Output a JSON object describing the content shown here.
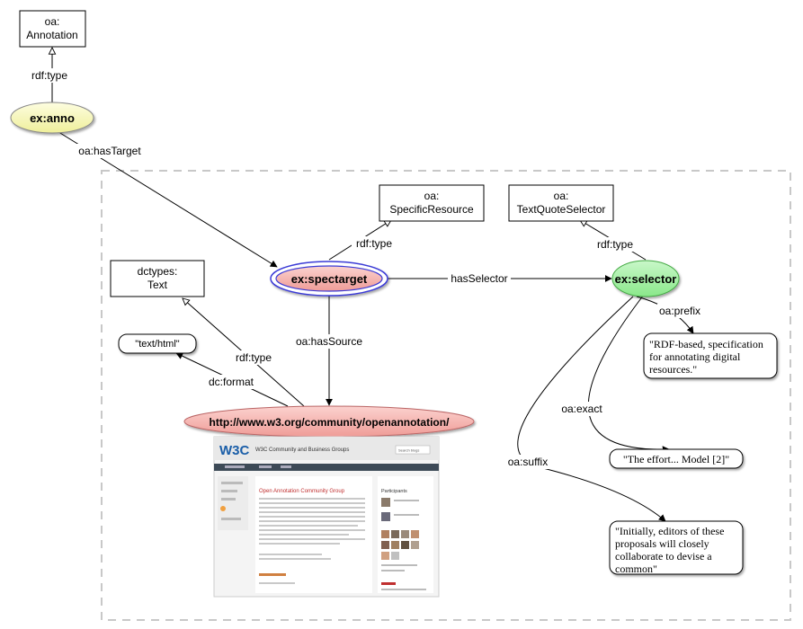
{
  "nodes": {
    "annotation_class": [
      "oa:",
      "Annotation"
    ],
    "anno": "ex:anno",
    "specific_resource_class": [
      "oa:",
      "SpecificResource"
    ],
    "text_quote_selector_class": [
      "oa:",
      "TextQuoteSelector"
    ],
    "text_class": [
      "dctypes:",
      "Text"
    ],
    "spectarget": "ex:spectarget",
    "selector": "ex:selector",
    "source": "http://www.w3.org/community/openannotation/"
  },
  "edges": {
    "anno_type": "rdf:type",
    "has_target": "oa:hasTarget",
    "spectarget_type": "rdf:type",
    "selector_type": "rdf:type",
    "has_selector": "hasSelector",
    "has_source": "oa:hasSource",
    "source_type": "rdf:type",
    "dc_format": "dc:format",
    "prefix": "oa:prefix",
    "exact": "oa:exact",
    "suffix": "oa:suffix"
  },
  "literals": {
    "format": "\"text/html\"",
    "prefix": [
      "\"RDF-based, specification",
      "for annotating digital",
      "resources.\""
    ],
    "exact": "\"The effort... Model [2]\"",
    "suffix": [
      "\"Initially, editors of these",
      "proposals will closely",
      "collaborate to devise a",
      "common\""
    ]
  },
  "thumbnail": {
    "site_title": "W3C Community and Business Groups",
    "page_heading": "Open Annotation Community Group",
    "participants_heading": "Participants",
    "search_placeholder": "Search blogs"
  },
  "colors": {
    "anno_fill": "#f6f6b8",
    "spectarget_fill": "#f5b4b0",
    "spectarget_ring": "#3b3bd6",
    "selector_fill": "#a6f0a6",
    "source_fill": "#f2a9a5",
    "dashed_border": "#c8c8c8"
  }
}
